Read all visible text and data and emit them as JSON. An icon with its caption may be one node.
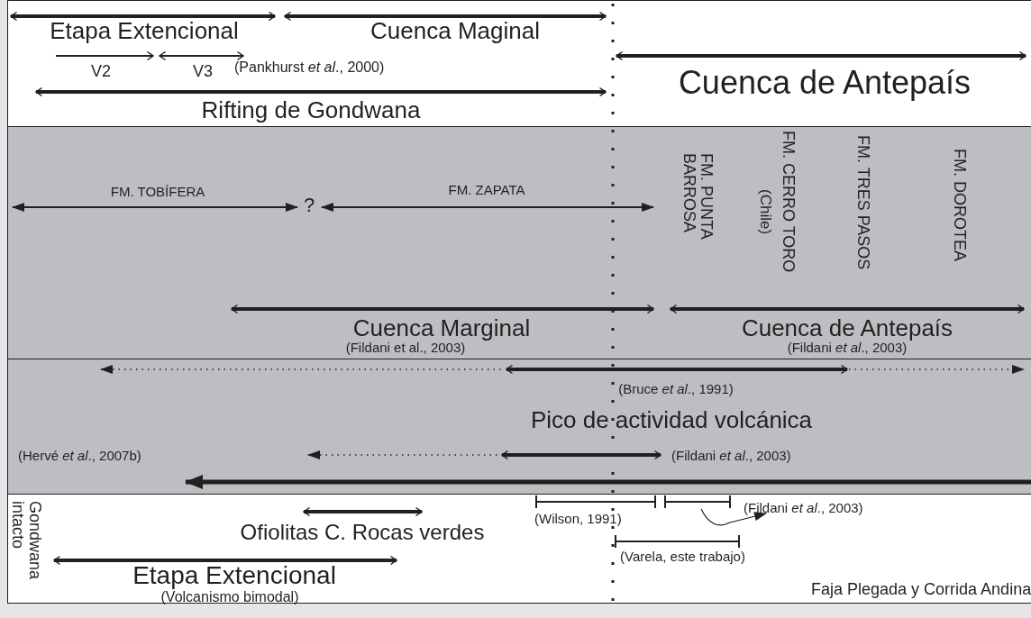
{
  "diagram": {
    "labels": [
      "Etapa Extencional",
      "Cuenca Maginal",
      "V2",
      "V3",
      "(Pankhurst *et al*., 2000)",
      "Cuenca de Antepaís",
      "Rifting de Gondwana",
      "FM. TOBÍFERA",
      "?",
      "FM. ZAPATA",
      "FM. PUNTA BARROSA",
      "FM. CERRO TORO",
      "(Chile)",
      "FM. TRES PASOS",
      "FM. DOROTEA",
      "Cuenca Marginal",
      "(Fildani et al., 2003)",
      "Cuenca de Antepaís",
      "(Fildani *et al*., 2003)",
      "(Bruce *et al*., 1991)",
      "Pico de actividad volcánica",
      "(Hervé *et al*., 2007b)",
      "(Fildani *et al*., 2003)",
      "Gondwana intacto",
      "Ofiolitas C. Rocas verdes",
      "(Wilson, 1991)",
      "(Fildani *et al*., 2003)",
      "(Varela, este trabajo)",
      "Etapa Extencional",
      "(Volcanismo bimodal)",
      "Faja Plegada y Corrida Andina"
    ]
  }
}
